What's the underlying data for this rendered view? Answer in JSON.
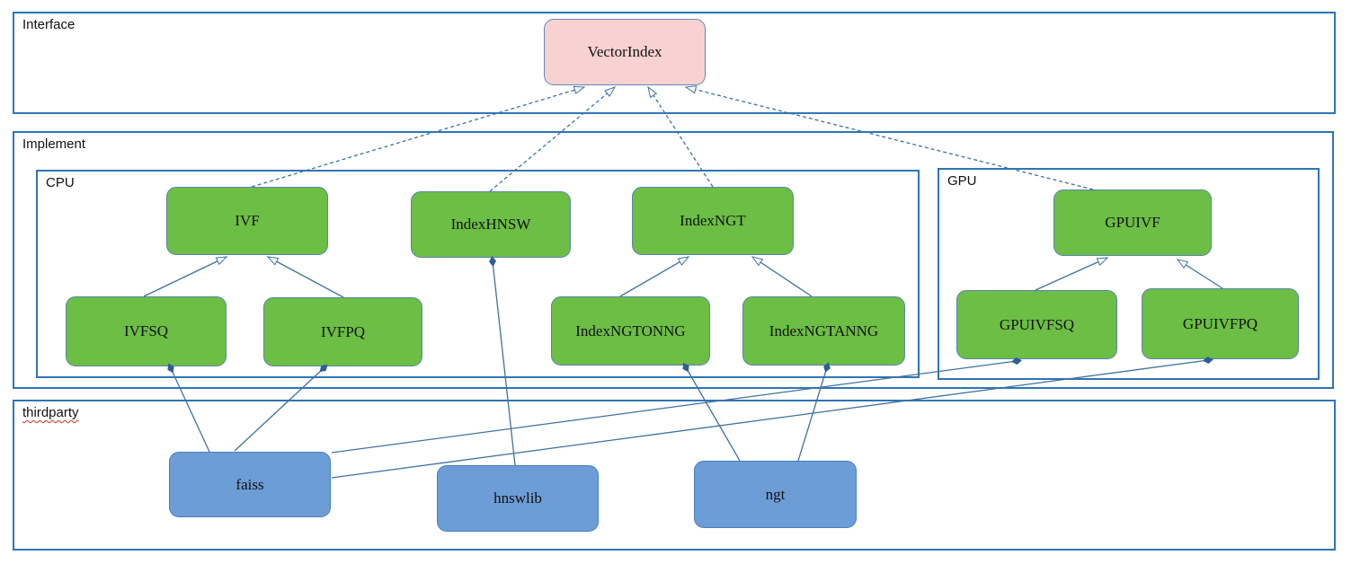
{
  "diagram": {
    "groups": {
      "interface": {
        "label": "Interface"
      },
      "implement": {
        "label": "Implement"
      },
      "cpu": {
        "label": "CPU"
      },
      "gpu": {
        "label": "GPU"
      },
      "thirdparty": {
        "label": "thirdparty",
        "spellcheck_flagged": true
      }
    },
    "nodes": {
      "vectorindex": {
        "label": "VectorIndex",
        "kind": "interface",
        "group": "interface"
      },
      "ivf": {
        "label": "IVF",
        "kind": "class",
        "group": "cpu"
      },
      "indexhnsw": {
        "label": "IndexHNSW",
        "kind": "class",
        "group": "cpu"
      },
      "indexngt": {
        "label": "IndexNGT",
        "kind": "class",
        "group": "cpu"
      },
      "ivfsq": {
        "label": "IVFSQ",
        "kind": "class",
        "group": "cpu"
      },
      "ivfpq": {
        "label": "IVFPQ",
        "kind": "class",
        "group": "cpu"
      },
      "indexngtonng": {
        "label": "IndexNGTONNG",
        "kind": "class",
        "group": "cpu"
      },
      "indexngtanng": {
        "label": "IndexNGTANNG",
        "kind": "class",
        "group": "cpu"
      },
      "gpuivf": {
        "label": "GPUIVF",
        "kind": "class",
        "group": "gpu"
      },
      "gpuivfsq": {
        "label": "GPUIVFSQ",
        "kind": "class",
        "group": "gpu"
      },
      "gpuivfpq": {
        "label": "GPUIVFPQ",
        "kind": "class",
        "group": "gpu"
      },
      "faiss": {
        "label": "faiss",
        "kind": "library",
        "group": "thirdparty"
      },
      "hnswlib": {
        "label": "hnswlib",
        "kind": "library",
        "group": "thirdparty"
      },
      "ngt": {
        "label": "ngt",
        "kind": "library",
        "group": "thirdparty"
      }
    },
    "edges": [
      {
        "from": "ivf",
        "to": "vectorindex",
        "type": "inheritance",
        "style": "dashed"
      },
      {
        "from": "indexhnsw",
        "to": "vectorindex",
        "type": "inheritance",
        "style": "dashed"
      },
      {
        "from": "indexngt",
        "to": "vectorindex",
        "type": "inheritance",
        "style": "dashed"
      },
      {
        "from": "gpuivf",
        "to": "vectorindex",
        "type": "inheritance",
        "style": "dashed"
      },
      {
        "from": "ivfsq",
        "to": "ivf",
        "type": "inheritance",
        "style": "solid"
      },
      {
        "from": "ivfpq",
        "to": "ivf",
        "type": "inheritance",
        "style": "solid"
      },
      {
        "from": "indexngtonng",
        "to": "indexngt",
        "type": "inheritance",
        "style": "solid"
      },
      {
        "from": "indexngtanng",
        "to": "indexngt",
        "type": "inheritance",
        "style": "solid"
      },
      {
        "from": "gpuivfsq",
        "to": "gpuivf",
        "type": "inheritance",
        "style": "solid"
      },
      {
        "from": "gpuivfpq",
        "to": "gpuivf",
        "type": "inheritance",
        "style": "solid"
      },
      {
        "from": "ivfsq",
        "to": "faiss",
        "type": "composition",
        "diamond_at": "from"
      },
      {
        "from": "ivfpq",
        "to": "faiss",
        "type": "composition",
        "diamond_at": "from"
      },
      {
        "from": "indexhnsw",
        "to": "hnswlib",
        "type": "composition",
        "diamond_at": "from"
      },
      {
        "from": "indexngtonng",
        "to": "ngt",
        "type": "composition",
        "diamond_at": "from"
      },
      {
        "from": "indexngtanng",
        "to": "ngt",
        "type": "composition",
        "diamond_at": "from"
      },
      {
        "from": "gpuivfsq",
        "to": "faiss",
        "type": "composition",
        "diamond_at": "from"
      },
      {
        "from": "gpuivfpq",
        "to": "faiss",
        "type": "composition",
        "diamond_at": "from"
      }
    ],
    "colors": {
      "interface_fill": "#F8D2D0",
      "interface_border": "#6286C0",
      "class_fill": "#6CBE45",
      "class_border": "#5B84AE",
      "library_fill": "#6D9DD6",
      "library_border": "#4A7EBB",
      "container_border": "#2E75B6",
      "line": "#41719C",
      "diamond": "#2E5E94",
      "text": "#111111",
      "squiggle": "#D22F2F"
    }
  }
}
